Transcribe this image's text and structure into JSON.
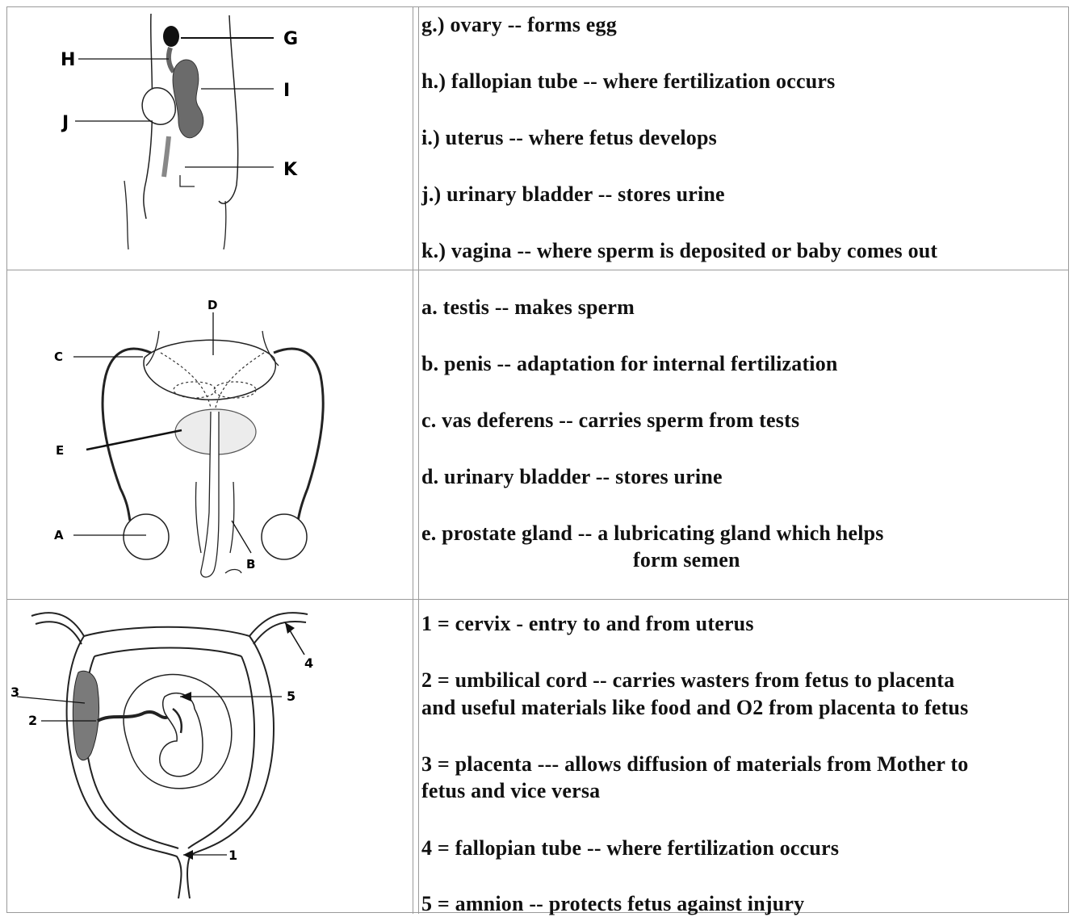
{
  "female": {
    "labels": {
      "g": "G",
      "h": "H",
      "i": "I",
      "j": "J",
      "k": "K"
    },
    "items": [
      "g.)  ovary -- forms egg",
      "h.)  fallopian tube -- where fertilization occurs",
      "i.) uterus -- where fetus develops",
      "j.)  urinary bladder -- stores urine",
      "k.)  vagina -- where sperm is deposited or baby comes out"
    ]
  },
  "male": {
    "labels": {
      "a": "A",
      "b": "B",
      "c": "C",
      "d": "D",
      "e": "E"
    },
    "items": [
      "a.   testis -- makes sperm",
      "b.  penis -- adaptation for internal fertilization",
      "c. vas deferens -- carries sperm from tests",
      "d.  urinary bladder -- stores urine",
      "e.   prostate gland -- a lubricating gland which helps"
    ],
    "item_e_cont": "form semen"
  },
  "uterus": {
    "labels": {
      "n1": "1",
      "n2": "2",
      "n3": "3",
      "n4": "4",
      "n5": "5"
    },
    "items": {
      "i1": "1 =   cervix - entry to and from uterus",
      "i2a": "2 =  umbilical cord -- carries wasters from fetus to placenta",
      "i2b": "and useful materials like food and O2 from placenta to fetus",
      "i3a": "3 =  placenta --- allows diffusion of materials from Mother to",
      "i3b": "fetus and vice versa",
      "i4": "4 =  fallopian tube -- where fertilization occurs",
      "i5": "5 =  amnion -- protects fetus against injury"
    }
  }
}
